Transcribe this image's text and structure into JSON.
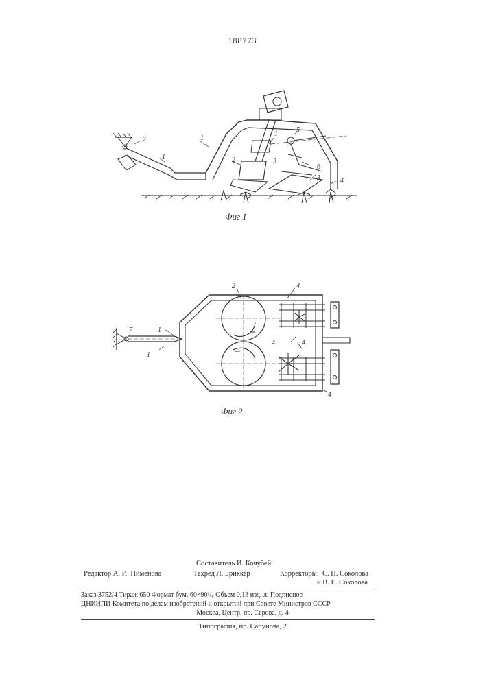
{
  "patent_number": "188773",
  "figures": {
    "fig1": {
      "caption": "Фиг 1",
      "labels": [
        "7",
        "1",
        "1",
        "2",
        "3",
        "1",
        "5",
        "6",
        "3",
        "4"
      ]
    },
    "fig2": {
      "caption": "Фиг.2",
      "labels": [
        "2",
        "4",
        "1",
        "7",
        "4",
        "4",
        "1",
        "4"
      ]
    }
  },
  "imprint": {
    "compiler": "Составитель И. Кочубей",
    "editor": "Редактор А. И. Пименова",
    "techred": "Техред Л. Бриккер",
    "correctors_label": "Корректоры:",
    "corrector_1": "С. Н. Соколова",
    "corrector_2": "и В. Е. Соколова",
    "order_line": "Заказ 3752/4    Тираж 650    Формат бум. 60×90¹/₈    Объем 0,13 изд. л.  Подписное",
    "org_line": "ЦНИИПИ Комитета по делам изобретений и открытий при Совете Министров СССР",
    "address_line": "Москва, Центр, пр. Серова, д. 4",
    "printing_house": "Типография, пр. Сапунова, 2"
  }
}
